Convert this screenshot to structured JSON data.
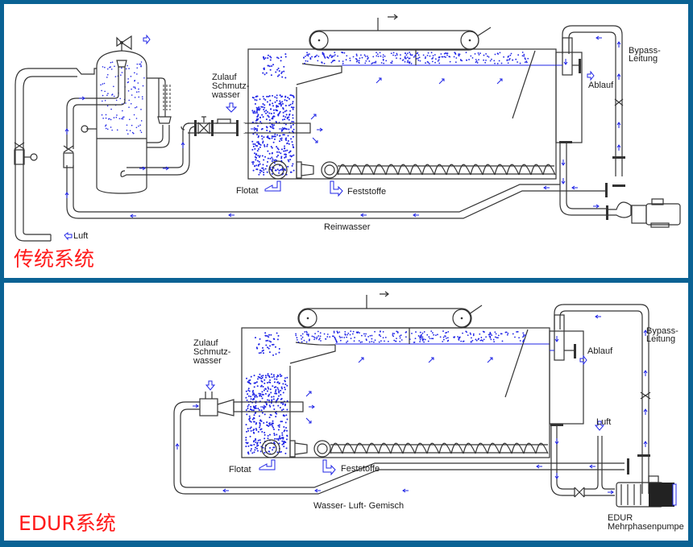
{
  "panels": {
    "traditional": {
      "title": "传统系统",
      "labels": {
        "inlet": [
          "Zulauf",
          "Schmutz-",
          "wasser"
        ],
        "bypass": [
          "Bypass-",
          "Leitung"
        ],
        "outlet": "Ablauf",
        "float": "Flotat",
        "solids": "Feststoffe",
        "clean_water": "Reinwasser",
        "air": "Luft"
      }
    },
    "edur": {
      "title": "EDUR系统",
      "labels": {
        "inlet": [
          "Zulauf",
          "Schmutz-",
          "wasser"
        ],
        "bypass": [
          "Bypass-",
          "Leitung"
        ],
        "outlet": "Ablauf",
        "float": "Flotat",
        "solids": "Feststoffe",
        "mixture": "Wasser- Luft- Gemisch",
        "air": "Luft",
        "pump": [
          "EDUR",
          "Mehrphasenpumpe"
        ]
      }
    }
  },
  "colors": {
    "frame": "#0a6294",
    "flow": "#1f24e6",
    "title": "#ff1a1a",
    "line": "#333333"
  }
}
